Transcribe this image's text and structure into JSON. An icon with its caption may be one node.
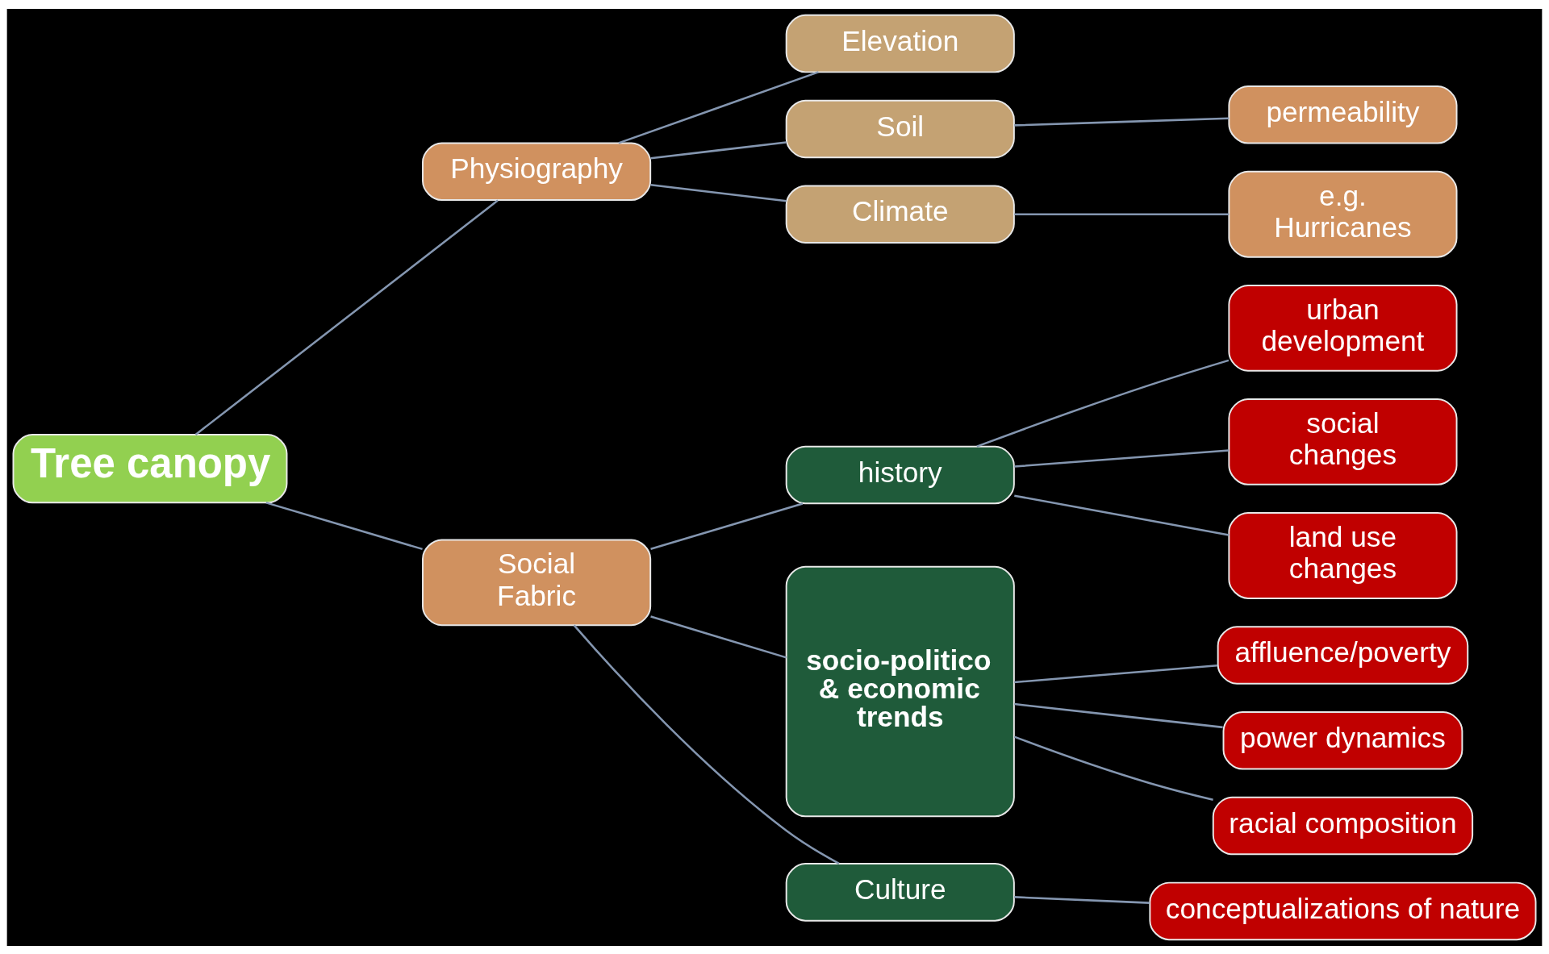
{
  "diagram": {
    "nodes": [
      {
        "text": [
          "Tree canopy"
        ]
      },
      {
        "text": [
          "Physiography"
        ]
      },
      {
        "text": [
          "Elevation"
        ]
      },
      {
        "text": [
          "Soil"
        ]
      },
      {
        "text": [
          "Climate"
        ]
      },
      {
        "text": [
          "permeability"
        ]
      },
      {
        "text": [
          "e.g. Hurricanes"
        ]
      },
      {
        "text": [
          "Social Fabric"
        ]
      },
      {
        "text": [
          "history"
        ]
      },
      {
        "text": [
          "urban development"
        ]
      },
      {
        "text": [
          "social changes"
        ]
      },
      {
        "text": [
          "land use changes"
        ]
      },
      {
        "text": [
          "socio-politico & economic trends"
        ]
      },
      {
        "text": [
          "affluence/poverty"
        ]
      },
      {
        "text": [
          "power dynamics"
        ]
      },
      {
        "text": [
          "racial composition"
        ]
      },
      {
        "text": [
          "Culture"
        ]
      },
      {
        "text": [
          "conceptualizations of nature"
        ]
      }
    ],
    "edges": [
      {
        "from": 0,
        "to": 1,
        "arrow": "none"
      },
      {
        "from": 0,
        "to": 7,
        "arrow": "none"
      },
      {
        "from": 1,
        "to": 2,
        "arrow": "none"
      },
      {
        "from": 1,
        "to": 3,
        "arrow": "none"
      },
      {
        "from": 1,
        "to": 4,
        "arrow": "none"
      },
      {
        "from": 3,
        "to": 5,
        "arrow": "none"
      },
      {
        "from": 4,
        "to": 6,
        "arrow": "none"
      },
      {
        "from": 7,
        "to": 8,
        "arrow": "none"
      },
      {
        "from": 7,
        "to": 12,
        "arrow": "none"
      },
      {
        "from": 7,
        "to": 16,
        "arrow": "none"
      },
      {
        "from": 8,
        "to": 9,
        "arrow": "none"
      },
      {
        "from": 8,
        "to": 10,
        "arrow": "none"
      },
      {
        "from": 8,
        "to": 11,
        "arrow": "none"
      },
      {
        "from": 12,
        "to": 13,
        "arrow": "none"
      },
      {
        "from": 12,
        "to": 14,
        "arrow": "none"
      },
      {
        "from": 12,
        "to": 15,
        "arrow": "none"
      },
      {
        "from": 16,
        "to": 17,
        "arrow": "none"
      }
    ]
  }
}
